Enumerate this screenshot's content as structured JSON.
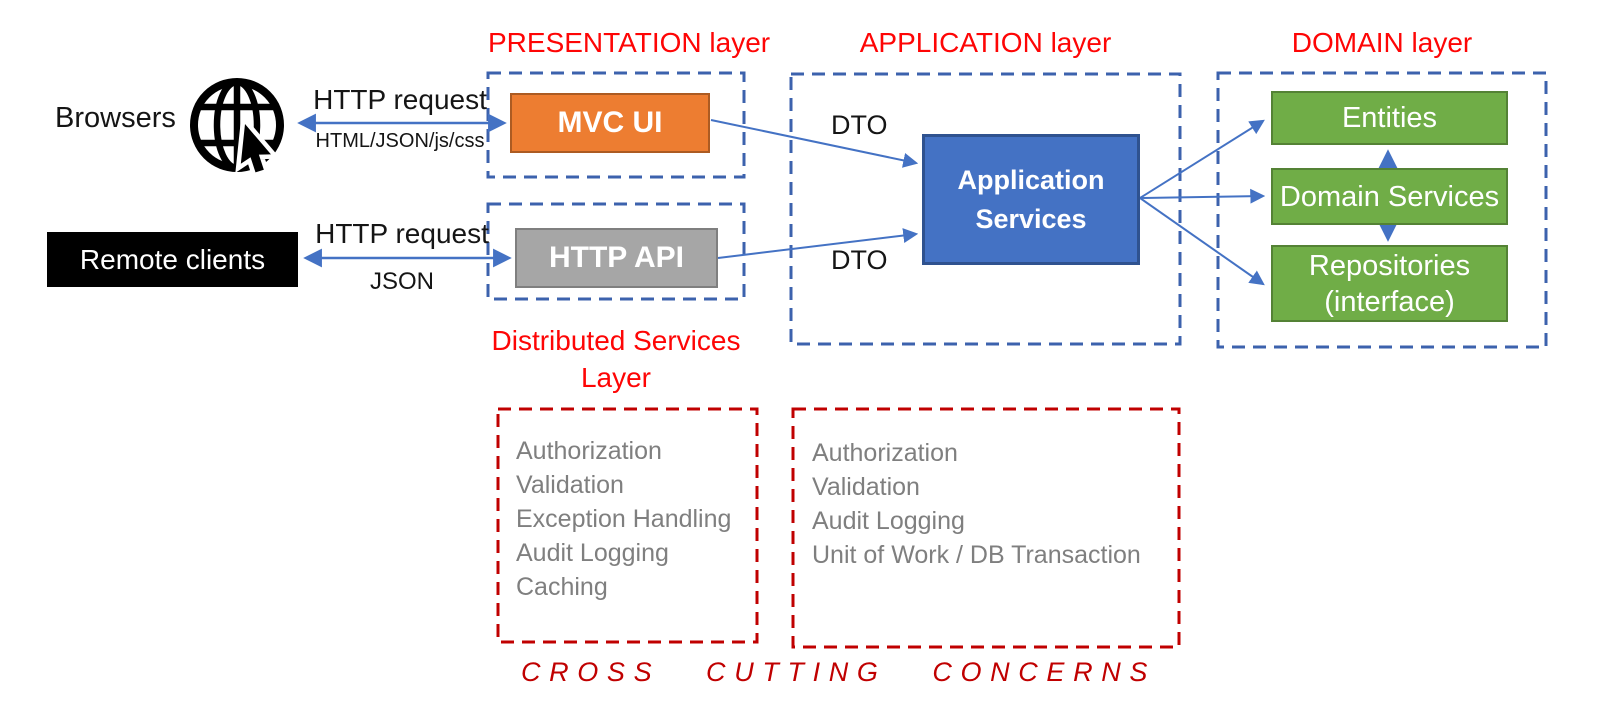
{
  "clients": {
    "browsers_label": "Browsers",
    "remote_clients_label": "Remote clients"
  },
  "icons": {
    "globe_cursor": "globe-with-pointer-cursor-icon"
  },
  "connections": {
    "browser_arrow_top_label": "HTTP request",
    "browser_arrow_bottom_label": "HTML/JSON/js/css",
    "remote_arrow_top_label": "HTTP request",
    "remote_arrow_bottom_label": "JSON",
    "dto_top_label": "DTO",
    "dto_bottom_label": "DTO"
  },
  "presentation": {
    "title": "PRESENTATION layer",
    "mvc_ui_label": "MVC UI",
    "http_api_label": "HTTP API",
    "distributed_line1": "Distributed Services",
    "distributed_line2": "Layer"
  },
  "application": {
    "title": "APPLICATION layer",
    "app_services_line1": "Application",
    "app_services_line2": "Services"
  },
  "domain": {
    "title": "DOMAIN layer",
    "entities_label": "Entities",
    "domain_services_label": "Domain Services",
    "repositories_line1": "Repositories",
    "repositories_line2": "(interface)"
  },
  "cross_cutting": {
    "title": "CROSS CUTTING CONCERNS",
    "left_items": [
      "Authorization",
      "Validation",
      "Exception Handling",
      "Audit Logging",
      "Caching"
    ],
    "right_items": [
      "Authorization",
      "Validation",
      "Audit Logging",
      "Unit of Work / DB Transaction"
    ]
  },
  "colors": {
    "accent_orange": "#ED7D31",
    "accent_gray": "#A6A6A6",
    "accent_blue": "#4472C4",
    "accent_green": "#70AD47",
    "dashed_layer_blue": "#3C62AD",
    "dashed_concern_red": "#C00000",
    "layer_title_red": "#FE0505",
    "cross_cutting_red": "#C00000",
    "list_text_gray": "#7F7F7F"
  }
}
